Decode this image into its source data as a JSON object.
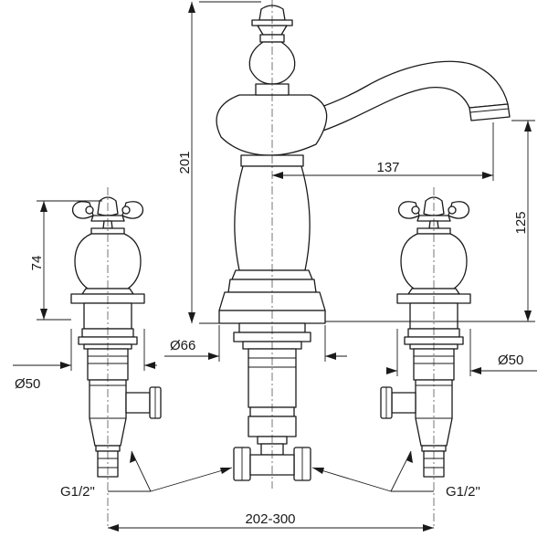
{
  "dimensions": {
    "total_height": "201",
    "spout_reach": "137",
    "spout_height": "125",
    "handle_height": "74",
    "base_diameter": "Ø66",
    "left_handle_base_diameter": "Ø50",
    "right_handle_base_diameter": "Ø50",
    "left_thread": "G1/2\"",
    "right_thread": "G1/2\"",
    "centers_span": "202-300"
  }
}
